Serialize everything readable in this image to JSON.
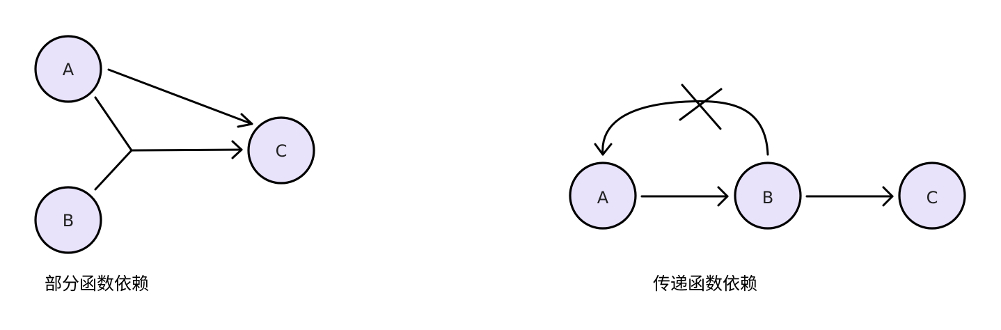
{
  "left_diagram": {
    "nodes": {
      "a": "A",
      "b": "B",
      "c": "C"
    },
    "caption": "部分函数依赖"
  },
  "right_diagram": {
    "nodes": {
      "a": "A",
      "b": "B",
      "c": "C"
    },
    "caption": "传递函数依赖"
  },
  "colors": {
    "node_fill": "#e8e2fb",
    "stroke": "#000000"
  }
}
